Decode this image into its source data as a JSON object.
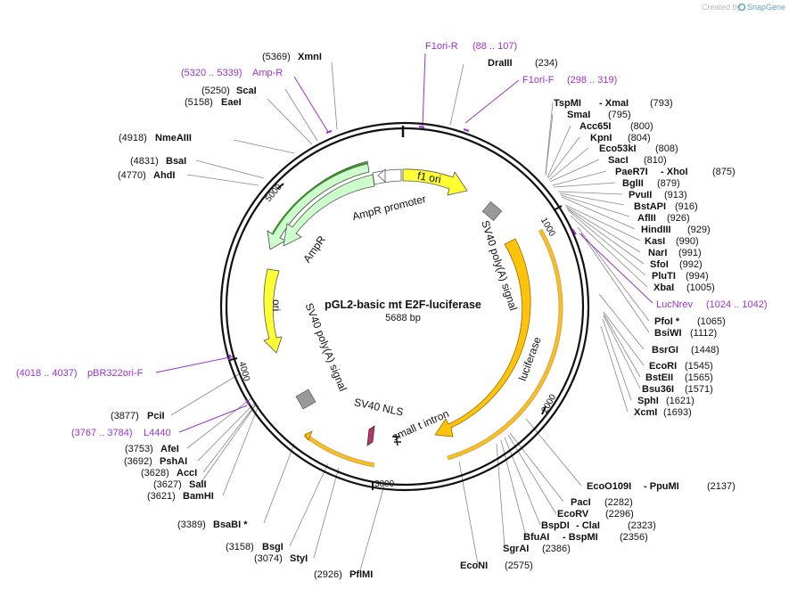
{
  "branding": {
    "created_by": "Created by",
    "app": "SnapGene"
  },
  "plasmid": {
    "name": "pGL2-basic mt E2F-luciferase",
    "size_label": "5688 bp"
  },
  "ticks": [
    "1000",
    "2000",
    "3000",
    "4000",
    "5000"
  ],
  "features": {
    "f1_ori": "f1 ori",
    "ampr_promoter": "AmpR promoter",
    "ampr": "AmpR",
    "sv40_polya_right": "SV40 poly(A) signal",
    "luciferase": "luciferase",
    "ori": "ori",
    "sv40_polya_left": "SV40 poly(A) signal",
    "sv40_nls": "SV40 NLS",
    "small_t_intron": "small t intron"
  },
  "primers": [
    {
      "id": "f1ori-r",
      "name": "F1ori-R",
      "range": "(88 .. 107)"
    },
    {
      "id": "f1ori-f",
      "name": "F1ori-F",
      "range": "(298 .. 319)"
    },
    {
      "id": "ampr",
      "name": "Amp-R",
      "range": "(5320 .. 5339)"
    },
    {
      "id": "lucnrev",
      "name": "LucNrev",
      "range": "(1024 .. 1042)"
    },
    {
      "id": "pbr322ori-f",
      "name": "pBR322ori-F",
      "range": "(4018 .. 4037)"
    },
    {
      "id": "l4440",
      "name": "L4440",
      "range": "(3767 .. 3784)"
    }
  ],
  "enzymes": {
    "xmni": {
      "name": "XmnI",
      "pos": "(5369)"
    },
    "drai": {
      "name": "DraIII",
      "pos": "(234)"
    },
    "scai": {
      "name": "ScaI",
      "pos": "(5250)"
    },
    "eaei": {
      "name": "EaeI",
      "pos": "(5158)"
    },
    "nmeaiii": {
      "name": "NmeAIII",
      "pos": "(4918)"
    },
    "bsai": {
      "name": "BsaI",
      "pos": "(4831)"
    },
    "ahdi": {
      "name": "AhdI",
      "pos": "(4770)"
    },
    "tspmi": {
      "name": "TspMI",
      "name2": "XmaI",
      "pos": "(793)"
    },
    "smai": {
      "name": "SmaI",
      "pos": "(795)"
    },
    "acc65i": {
      "name": "Acc65I",
      "pos": "(800)"
    },
    "kpni": {
      "name": "KpnI",
      "pos": "(804)"
    },
    "eco53ki": {
      "name": "Eco53kI",
      "pos": "(808)"
    },
    "saci": {
      "name": "SacI",
      "pos": "(810)"
    },
    "paer7i": {
      "name": "PaeR7I",
      "name2": "XhoI",
      "pos": "(875)"
    },
    "bglii": {
      "name": "BglII",
      "pos": "(879)"
    },
    "pvuii": {
      "name": "PvuII",
      "pos": "(913)"
    },
    "bstapi": {
      "name": "BstAPI",
      "pos": "(916)"
    },
    "aflii": {
      "name": "AflII",
      "pos": "(926)"
    },
    "hindiii": {
      "name": "HindIII",
      "pos": "(929)"
    },
    "kasi": {
      "name": "KasI",
      "pos": "(990)"
    },
    "nari": {
      "name": "NarI",
      "pos": "(991)"
    },
    "sfoi": {
      "name": "SfoI",
      "pos": "(992)"
    },
    "pluti": {
      "name": "PluTI",
      "pos": "(994)"
    },
    "xbai": {
      "name": "XbaI",
      "pos": "(1005)"
    },
    "pfoi": {
      "name": "PfoI *",
      "pos": "(1065)"
    },
    "bsiwi": {
      "name": "BsiWI",
      "pos": "(1112)"
    },
    "bsrgi": {
      "name": "BsrGI",
      "pos": "(1448)"
    },
    "ecori": {
      "name": "EcoRI",
      "pos": "(1545)"
    },
    "bsteii": {
      "name": "BstEII",
      "pos": "(1565)"
    },
    "bsu36i": {
      "name": "Bsu36I",
      "pos": "(1571)"
    },
    "sphi": {
      "name": "SphI",
      "pos": "(1621)"
    },
    "xcmi": {
      "name": "XcmI",
      "pos": "(1693)"
    },
    "eco0109i": {
      "name": "EcoO109I",
      "name2": "PpuMI",
      "pos": "(2137)"
    },
    "paci": {
      "name": "PacI",
      "pos": "(2282)"
    },
    "ecorv": {
      "name": "EcoRV",
      "pos": "(2296)"
    },
    "bspdi": {
      "name": "BspDI",
      "name2": "ClaI",
      "pos": "(2323)"
    },
    "bfuai": {
      "name": "BfuAI",
      "name2": "BspMI",
      "pos": "(2356)"
    },
    "sgrai": {
      "name": "SgrAI",
      "pos": "(2386)"
    },
    "econi": {
      "name": "EcoNI",
      "pos": "(2575)"
    },
    "pcii": {
      "name": "PciI",
      "pos": "(3877)"
    },
    "afei": {
      "name": "AfeI",
      "pos": "(3753)"
    },
    "pshai": {
      "name": "PshAI",
      "pos": "(3692)"
    },
    "acci": {
      "name": "AccI",
      "pos": "(3628)"
    },
    "sali": {
      "name": "SalI",
      "pos": "(3627)"
    },
    "bamhi": {
      "name": "BamHI",
      "pos": "(3621)"
    },
    "bsabi": {
      "name": "BsaBI *",
      "pos": "(3389)"
    },
    "bsgi": {
      "name": "BsgI",
      "pos": "(3158)"
    },
    "styi": {
      "name": "StyI",
      "pos": "(3074)"
    },
    "pflmi": {
      "name": "PflMI",
      "pos": "(2926)"
    }
  },
  "colors": {
    "backbone": "#111111",
    "primer": "#9932cc",
    "yellow_feature": "#ffff33",
    "luciferase": "#ffc40a",
    "ampr": "#ccffcc",
    "gray_feature": "#999999"
  }
}
